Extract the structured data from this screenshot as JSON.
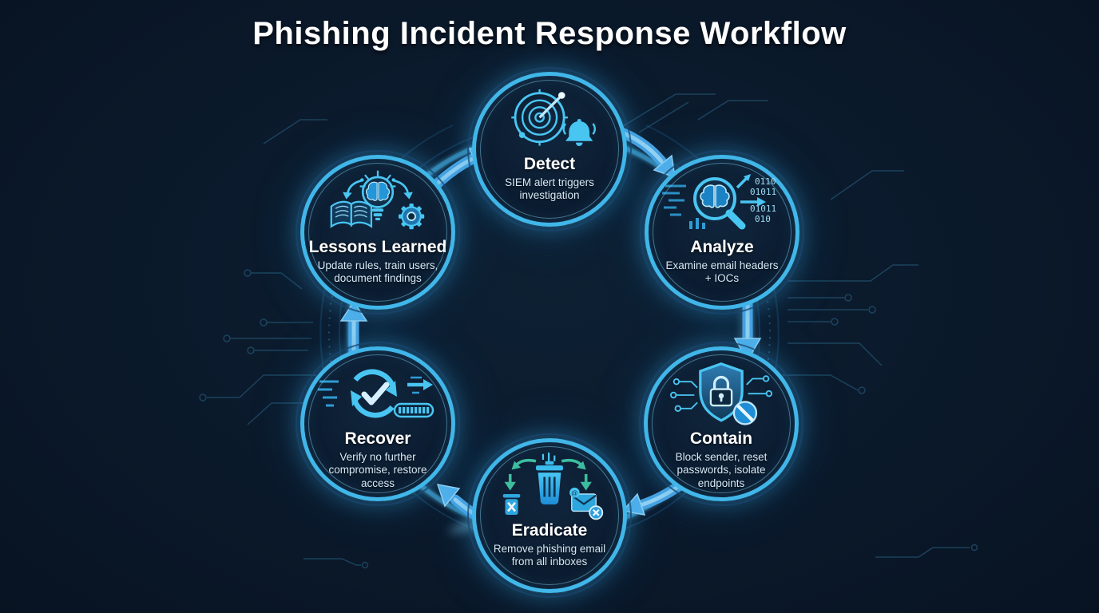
{
  "title": "Phishing Incident Response Workflow",
  "nodes": [
    {
      "id": "detect",
      "label": "Detect",
      "description": "SIEM alert triggers investigation",
      "icon": "radar-bell-icon"
    },
    {
      "id": "analyze",
      "label": "Analyze",
      "description": "Examine email headers + IOCs",
      "icon": "magnifier-brain-icon"
    },
    {
      "id": "contain",
      "label": "Contain",
      "description": "Block sender, reset passwords, isolate endpoints",
      "icon": "shield-lock-block-icon"
    },
    {
      "id": "eradicate",
      "label": "Eradicate",
      "description": "Remove phishing email from all inboxes",
      "icon": "trash-email-delete-icon"
    },
    {
      "id": "recover",
      "label": "Recover",
      "description": "Verify no further compromise, restore access",
      "icon": "refresh-check-progress-icon"
    },
    {
      "id": "lessons-learned",
      "label": "Lessons Learned",
      "description": "Update rules, train users, document findings",
      "icon": "book-lightbulb-gear-icon"
    }
  ],
  "flow_order": [
    "detect",
    "analyze",
    "contain",
    "eradicate",
    "recover",
    "lessons-learned"
  ],
  "analyze_binary": [
    "0110",
    "01011",
    "01011",
    "010"
  ],
  "icons": {
    "email_symbol": "@"
  },
  "palette": {
    "background": "#0a1726",
    "node_fill": "#0c1e33",
    "node_border": "#41b6e9",
    "accent_cyan": "#49c5f2",
    "accent_blue": "#2f86d8",
    "arrow": "#55b4ee",
    "eradicate_arrows": "#3dbd9e",
    "title_color": "#ffffff",
    "description_color": "#d5eaf7"
  }
}
